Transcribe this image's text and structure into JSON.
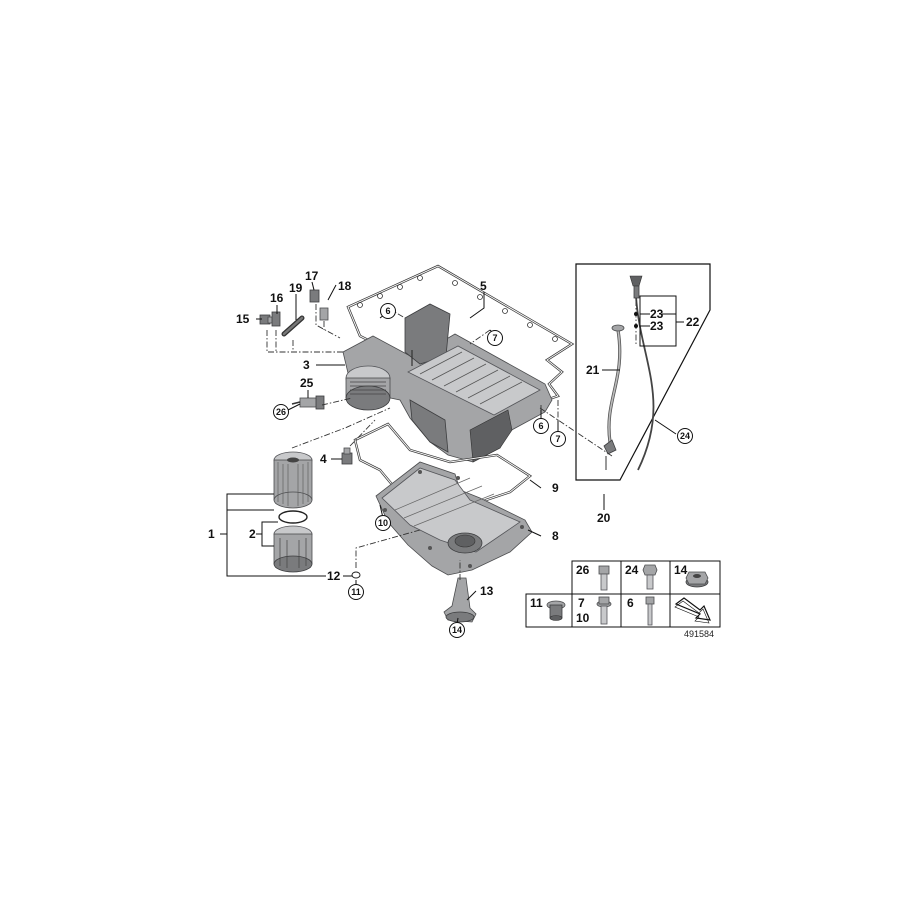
{
  "diagram": {
    "callouts": [
      {
        "id": "c1",
        "text": "1"
      },
      {
        "id": "c2",
        "text": "2"
      },
      {
        "id": "c3",
        "text": "3"
      },
      {
        "id": "c4",
        "text": "4"
      },
      {
        "id": "c5",
        "text": "5"
      },
      {
        "id": "c8",
        "text": "8"
      },
      {
        "id": "c9",
        "text": "9"
      },
      {
        "id": "c12",
        "text": "12"
      },
      {
        "id": "c13",
        "text": "13"
      },
      {
        "id": "c15",
        "text": "15"
      },
      {
        "id": "c16",
        "text": "16"
      },
      {
        "id": "c17",
        "text": "17"
      },
      {
        "id": "c18",
        "text": "18"
      },
      {
        "id": "c19",
        "text": "19"
      },
      {
        "id": "c20",
        "text": "20"
      },
      {
        "id": "c21",
        "text": "21"
      },
      {
        "id": "c22",
        "text": "22"
      },
      {
        "id": "c23a",
        "text": "23"
      },
      {
        "id": "c23b",
        "text": "23"
      },
      {
        "id": "c25",
        "text": "25"
      }
    ],
    "circled": [
      {
        "id": "k6a",
        "text": "6"
      },
      {
        "id": "k7a",
        "text": "7"
      },
      {
        "id": "k6b",
        "text": "6"
      },
      {
        "id": "k7b",
        "text": "7"
      },
      {
        "id": "k26",
        "text": "26"
      },
      {
        "id": "k10",
        "text": "10"
      },
      {
        "id": "k11",
        "text": "11"
      },
      {
        "id": "k14",
        "text": "14"
      },
      {
        "id": "k24",
        "text": "24"
      }
    ]
  },
  "legend": {
    "cells": [
      "26",
      "24",
      "14",
      "11",
      "7",
      "10",
      "6"
    ]
  },
  "reference_number": "491584"
}
